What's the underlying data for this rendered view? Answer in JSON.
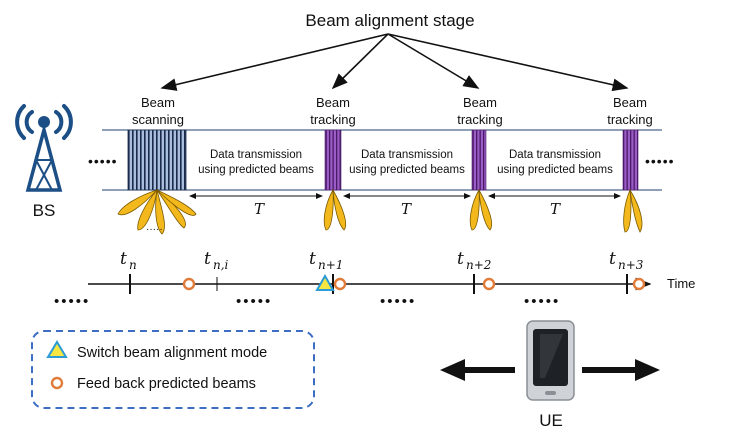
{
  "title": "Beam alignment stage",
  "stages": [
    {
      "line1": "Beam",
      "line2": "scanning"
    },
    {
      "line1": "Beam",
      "line2": "tracking"
    },
    {
      "line1": "Beam",
      "line2": "tracking"
    },
    {
      "line1": "Beam",
      "line2": "tracking"
    }
  ],
  "data_blocks": [
    {
      "line1": "Data transmission",
      "line2": "using predicted beams"
    },
    {
      "line1": "Data transmission",
      "line2": "using predicted beams"
    },
    {
      "line1": "Data transmission",
      "line2": "using predicted beams"
    }
  ],
  "period_label": "T",
  "bs_label": "BS",
  "ue_label": "UE",
  "time_label": "Time",
  "ellipsis": "•••••",
  "time_marks": [
    {
      "base": "t",
      "sub": "n"
    },
    {
      "base": "t",
      "sub": "n,i"
    },
    {
      "base": "t",
      "sub": "n+1"
    },
    {
      "base": "t",
      "sub": "n+2"
    },
    {
      "base": "t",
      "sub": "n+3"
    }
  ],
  "legend": {
    "switch_label": "Switch beam alignment mode",
    "feedback_label": "Feed back predicted beams"
  },
  "colors": {
    "scanning_fill": "#a9bddc",
    "tracking_fill": "#8e44ad",
    "beam_fill": "#f2b81c",
    "feedback_marker": "#e07b39",
    "switch_marker_fill": "#f5e642",
    "switch_marker_stroke": "#2a9bd7",
    "legend_border": "#3e6ec4",
    "bs_color": "#1c4f86"
  }
}
